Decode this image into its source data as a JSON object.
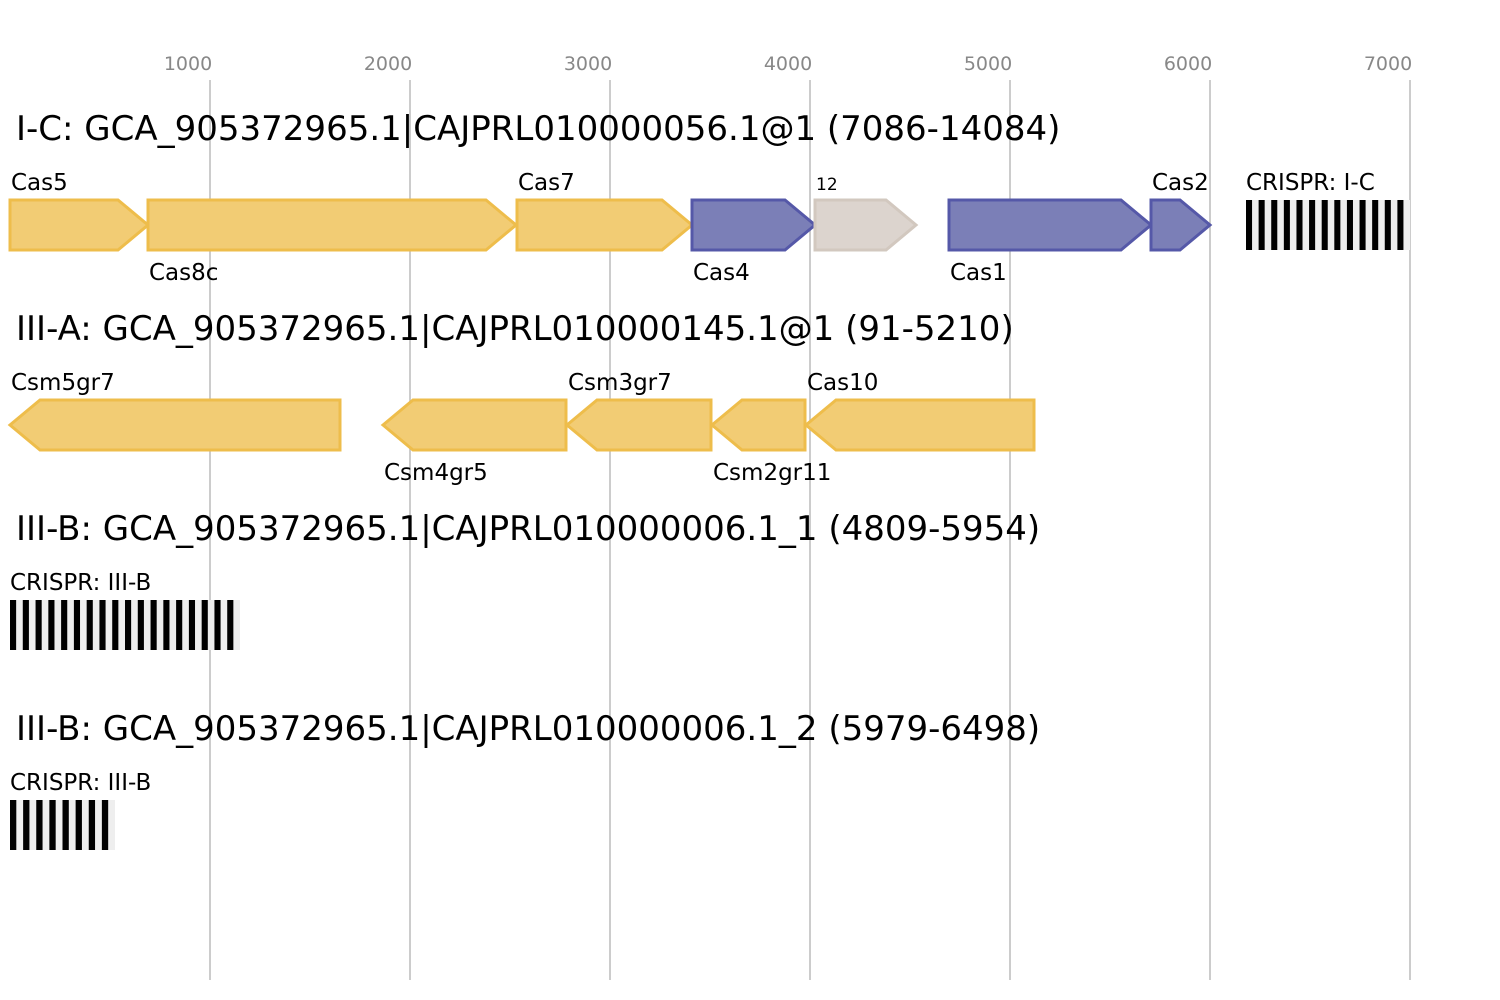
{
  "axis": {
    "ticks": [
      1000,
      2000,
      3000,
      4000,
      5000,
      6000,
      7000
    ],
    "tick_labels": [
      "1000",
      "2000",
      "3000",
      "4000",
      "5000",
      "6000",
      "7000"
    ],
    "max": 7000
  },
  "colors": {
    "yellow_fill": "#f2cc74",
    "yellow_stroke": "#eebd4b",
    "blue_fill": "#7b7fb7",
    "blue_stroke": "#5558a8",
    "grey_fill": "#dcd4ce",
    "grey_stroke": "#d2c8bf",
    "repeat": "#000000",
    "spacer": "#eeeeee"
  },
  "loci": [
    {
      "title": "I-C: GCA_905372965.1|CAJPRL010000056.1@1 (7086-14084)",
      "genes": [
        {
          "label": "Cas5",
          "start": 0,
          "end": 690,
          "strand": 1,
          "color": "yellow",
          "pos": "above"
        },
        {
          "label": "Cas8c",
          "start": 690,
          "end": 2530,
          "strand": 1,
          "color": "yellow",
          "pos": "below"
        },
        {
          "label": "Cas7",
          "start": 2535,
          "end": 3410,
          "strand": 1,
          "color": "yellow",
          "pos": "above"
        },
        {
          "label": "Cas4",
          "start": 3410,
          "end": 4025,
          "strand": 1,
          "color": "blue",
          "pos": "below"
        },
        {
          "label": "12",
          "start": 4025,
          "end": 4530,
          "strand": 1,
          "color": "grey",
          "pos": "above",
          "small": true
        },
        {
          "label": "Cas1",
          "start": 4695,
          "end": 5705,
          "strand": 1,
          "color": "blue",
          "pos": "below"
        },
        {
          "label": "Cas2",
          "start": 5705,
          "end": 6000,
          "strand": 1,
          "color": "blue",
          "pos": "above"
        }
      ],
      "crispr": {
        "label": "CRISPR: I-C",
        "start": 6180,
        "end": 7000,
        "repeats": 13
      }
    },
    {
      "title": "III-A: GCA_905372965.1|CAJPRL010000145.1@1 (91-5210)",
      "genes": [
        {
          "label": "Csm5gr7",
          "start": 0,
          "end": 1650,
          "strand": -1,
          "color": "yellow",
          "pos": "above"
        },
        {
          "label": "Csm4gr5",
          "start": 1865,
          "end": 2780,
          "strand": -1,
          "color": "yellow",
          "pos": "below"
        },
        {
          "label": "Csm3gr7",
          "start": 2785,
          "end": 3505,
          "strand": -1,
          "color": "yellow",
          "pos": "above"
        },
        {
          "label": "Csm2gr11",
          "start": 3510,
          "end": 3975,
          "strand": -1,
          "color": "yellow",
          "pos": "below"
        },
        {
          "label": "Cas10",
          "start": 3980,
          "end": 5120,
          "strand": -1,
          "color": "yellow",
          "pos": "above"
        }
      ]
    },
    {
      "title": "III-B: GCA_905372965.1|CAJPRL010000006.1_1 (4809-5954)",
      "genes": [],
      "crispr": {
        "label": "CRISPR: III-B",
        "start": 0,
        "end": 1150,
        "repeats": 18
      }
    },
    {
      "title": "III-B: GCA_905372965.1|CAJPRL010000006.1_2 (5979-6498)",
      "genes": [],
      "crispr": {
        "label": "CRISPR: III-B",
        "start": 0,
        "end": 525,
        "repeats": 8
      }
    }
  ]
}
